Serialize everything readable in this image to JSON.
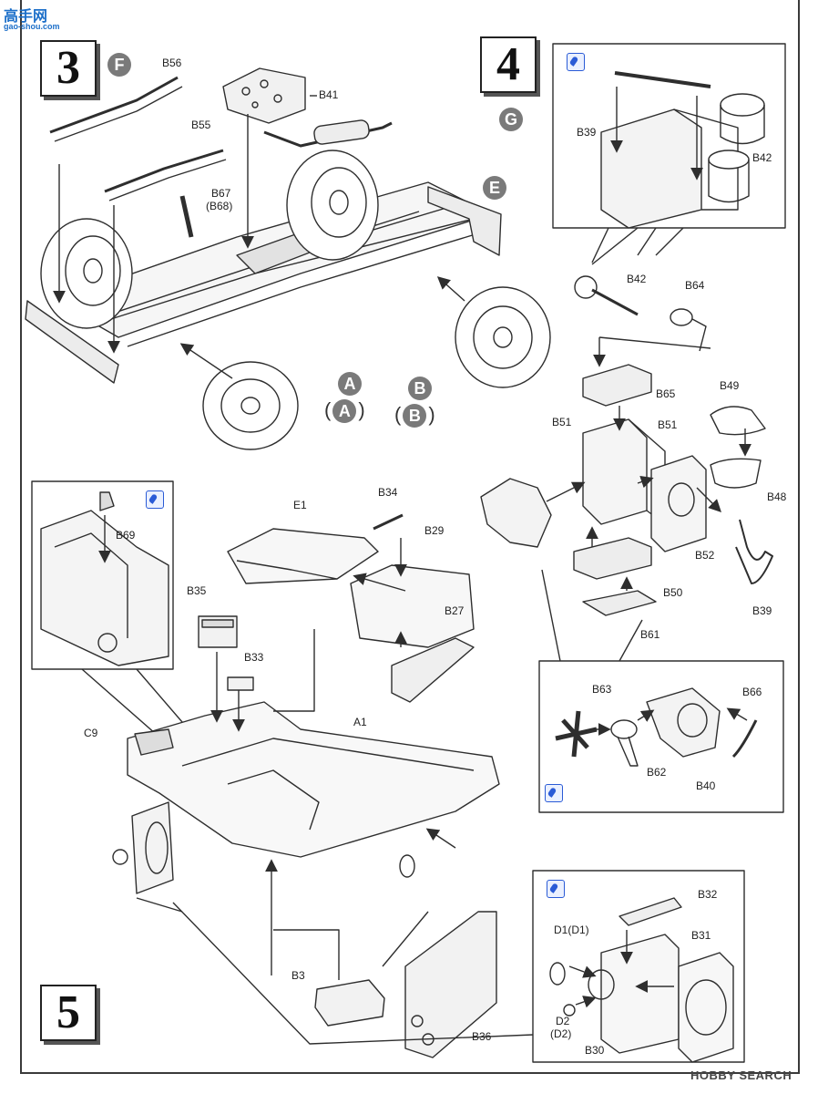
{
  "watermark": {
    "site_cn": "高手网",
    "site_url": "gao-shou.com"
  },
  "steps": [
    {
      "number": "3",
      "sub_letter": "F"
    },
    {
      "number": "4",
      "sub_letter": "G"
    },
    {
      "number": "5"
    }
  ],
  "step3_parts": {
    "b56": "B56",
    "b55": "B55",
    "b41": "B41",
    "b67": "B67",
    "b68": "(B68)",
    "letter_e": "E",
    "letter_a": "A",
    "letter_b": "B"
  },
  "step4_parts": {
    "b39_top": "B39",
    "b42_top": "B42",
    "b42": "B42",
    "b64": "B64",
    "b65": "B65",
    "b49": "B49",
    "b51_left": "B51",
    "b51_right": "B51",
    "b48": "B48",
    "b52": "B52",
    "b50": "B50",
    "b61": "B61",
    "b39": "B39",
    "b63": "B63",
    "b66": "B66",
    "b62": "B62",
    "b40": "B40"
  },
  "step5_parts": {
    "b69": "B69",
    "e1": "E1",
    "b34": "B34",
    "b29": "B29",
    "b35": "B35",
    "b27": "B27",
    "b33": "B33",
    "a1": "A1",
    "c9": "C9",
    "b3": "B3",
    "b36": "B36",
    "b32": "B32",
    "b31": "B31",
    "d1": "D1(D1)",
    "d2": "D2",
    "d2p": "(D2)",
    "b30": "B30"
  },
  "footer": {
    "brand": "HOBBY SEARCH"
  },
  "colors": {
    "line": "#2e2e2e",
    "grey_circle": "#7a7a7a",
    "glue_blue": "#2a5bd6"
  }
}
